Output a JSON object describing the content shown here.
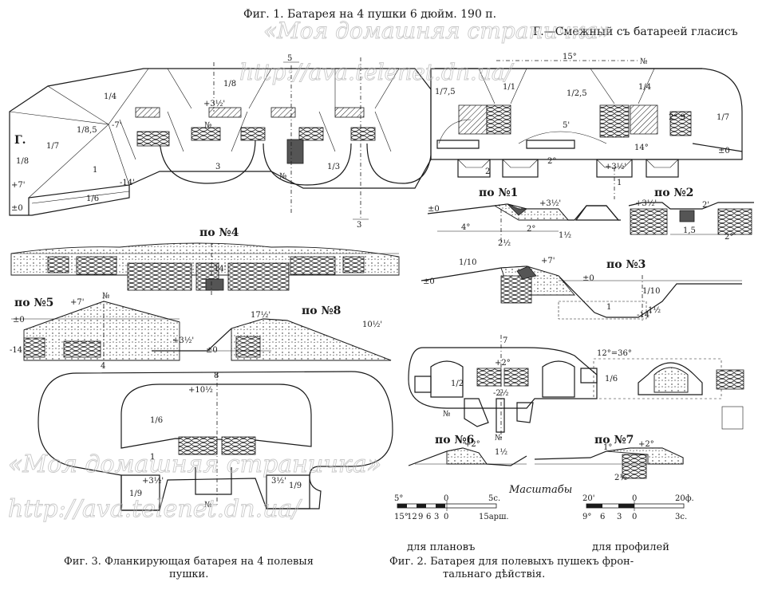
{
  "title_fig1": "Фиг. 1. Батарея на 4 пушки 6 дюйм. 190 п.",
  "legend_g": "Г.—Смежный съ батареей гласисъ",
  "watermark": {
    "line1": "«Моя домашняя страничка»",
    "line2": "http://ava.telenet.dn.ua/"
  },
  "section_labels": {
    "s1": "по №1",
    "s2": "по №2",
    "s3": "по №3",
    "s4": "по №4",
    "s5": "по №5",
    "s6": "по №6",
    "s7": "по №7",
    "s8": "по №8"
  },
  "marks": {
    "fig1_left": {
      "g": "Г.",
      "g_slope": "1/8",
      "slope_7": "1/7",
      "slope_85": "1/8,5",
      "slope_4": "1/4",
      "slope_1": "1",
      "slope_6": "1/6",
      "d14": "-14'",
      "d7": "+7'",
      "zero": "±0",
      "cut5": "5",
      "cut3": "3",
      "no": "№",
      "no_sign": "№",
      "d3": "3",
      "d312": "+3½'",
      "d78": "-7'",
      "slope_3": "1/3",
      "slope_8": "1/8"
    },
    "fig1_right": {
      "d15": "15°",
      "no": "№",
      "slope_75": "1/7,5",
      "slope_25": "1/2,5",
      "slope_14": "1/4",
      "slope_1": "1/1",
      "slope_7": "1/7",
      "d2": "2°",
      "d5": "5'",
      "d14": "14°",
      "d2_9": "2° 9",
      "d112": "+3½'",
      "cut1": "1",
      "cut2": "2",
      "zero": "±0"
    },
    "sec1": {
      "zero": "±0",
      "d312": "+3½'",
      "d4": "4°",
      "d112": "1½",
      "d2": "2°",
      "d212": "2½"
    },
    "sec2": {
      "d312": "+3½'",
      "d2": "2'",
      "d15": "1,5",
      "d2b": "2°"
    },
    "sec3": {
      "slope": "1/10",
      "d7": "+7'",
      "zero": "±0",
      "zero2": "±0",
      "slope2": "1/10",
      "d112": "1½",
      "d14": "-14'",
      "d1": "1"
    },
    "sec4": {
      "d14": "14'"
    },
    "sec5": {
      "d7": "+7'",
      "zero": "±0",
      "d14": "-14",
      "no": "№",
      "cut4": "4"
    },
    "sec8": {
      "d1712": "17½'",
      "d1012": "10½'",
      "d312": "+3½'",
      "zero": "±0"
    },
    "fig3": {
      "cut8": "8",
      "d1012": "+10½",
      "slope6": "1/6",
      "slope1": "1",
      "d312a": "+3½'",
      "d312b": "3½'",
      "s9a": "1/9",
      "s9b": "1/9",
      "no": "№"
    },
    "fig2": {
      "cut7": "7",
      "d2": "+2°",
      "d212": "-2½",
      "d1236": "12°=36°",
      "no": "№",
      "no2": "№",
      "d12": "1/2",
      "s6": "1/6"
    },
    "sec6": {
      "d2": "+2°",
      "d112": "1½"
    },
    "sec7": {
      "d2": "+2°",
      "d1": "1°",
      "d212": "2½"
    }
  },
  "scales": {
    "title": "Масштабы",
    "plans_top": [
      "5°",
      "0",
      "5с."
    ],
    "plans_bottom": [
      "15°",
      "12",
      "9",
      "6",
      "3",
      "0",
      "15арш."
    ],
    "profiles_top": [
      "20'",
      "0",
      "20ф."
    ],
    "profiles_bottom": [
      "9°",
      "6",
      "3",
      "0",
      "3с."
    ],
    "for_plans": "для плановъ",
    "for_profiles": "для профилей"
  },
  "captions": {
    "fig3_line1": "Фиг. 3. Фланкирующая батарея на 4 полевыя",
    "fig3_line2": "пушки.",
    "fig2_line1": "Фиг. 2. Батарея для полевыхъ пушекъ фрон-",
    "fig2_line2": "тальнаго дѣйствія."
  }
}
